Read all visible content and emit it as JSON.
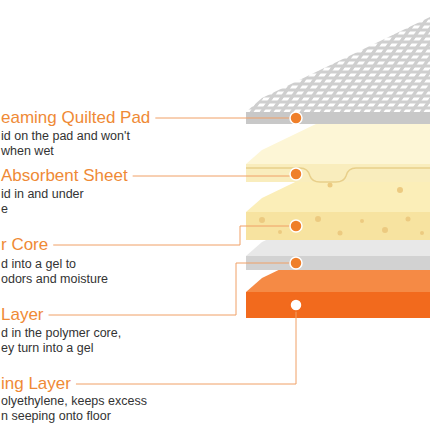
{
  "diagram": {
    "labels": [
      "eaming Quilted Pad",
      "id on the pad and won't when wet",
      "Absorbent Sheet",
      "id in and under e",
      "r Core",
      "d into a gel to odors and moisture",
      "Layer",
      "d in the polymer core, ey turn into a gel",
      "ing Layer",
      "olyethylene, keeps excess n seeping onto floor"
    ]
  }
}
